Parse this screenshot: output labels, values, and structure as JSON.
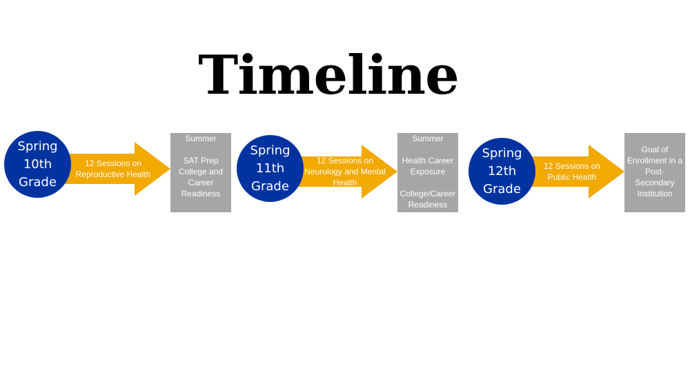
{
  "title": "Timeline",
  "colors": {
    "circle": "#0033a0",
    "arrow": "#f2a900",
    "box": "#a6a6a6",
    "text_light": "#ffffff",
    "title": "#000000"
  },
  "stages": [
    {
      "circle": "Spring\n10th\nGrade",
      "arrow": "12 Sessions on\nReproductive Health",
      "box": "Summer\n\nSAT Prep\nCollege and\nCareer\nReadiness"
    },
    {
      "circle": "Spring\n11th\nGrade",
      "arrow": "12 Sessions on\nNeurology and Mental\nHealth",
      "box": "Summer\n\nHealth Career\nExposure\n\nCollege/Career\nReadiness"
    },
    {
      "circle": "Spring\n12th\nGrade",
      "arrow": "12 Sessions on\nPublic Health",
      "box": "Goal of\nEnrollment in a\nPost-\nSecondary\nInstitution"
    }
  ]
}
